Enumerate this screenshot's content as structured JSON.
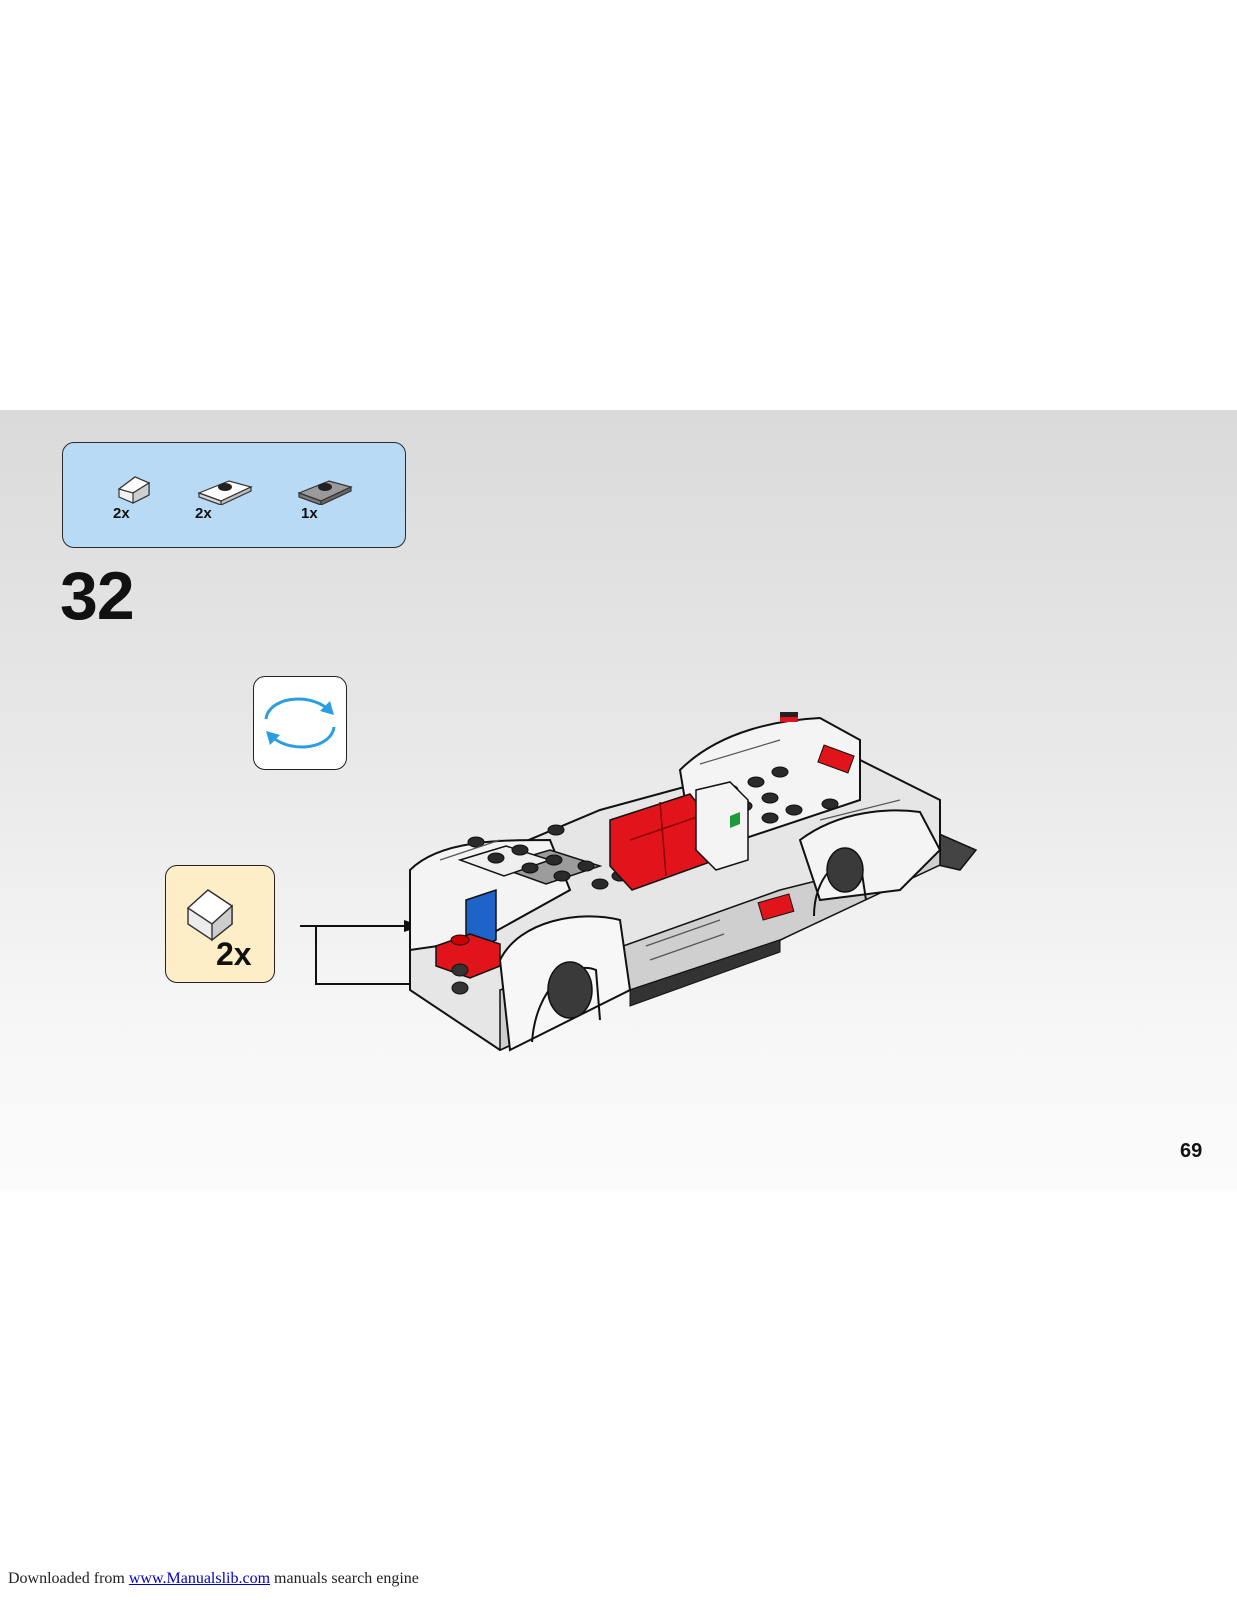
{
  "parts_list": {
    "items": [
      {
        "icon": "white-slope-brick-icon",
        "qty": "2x"
      },
      {
        "icon": "white-jumper-plate-icon",
        "qty": "2x"
      },
      {
        "icon": "gray-jumper-plate-icon",
        "qty": "1x"
      }
    ]
  },
  "step": {
    "number": "32"
  },
  "rotate": {
    "icon": "rotate-model-icon"
  },
  "callout": {
    "icon": "white-slope-brick-icon",
    "qty": "2x"
  },
  "page": {
    "number": "69"
  },
  "footer": {
    "prefix": "Downloaded from ",
    "link_text": "www.Manualslib.com",
    "suffix": " manuals search engine"
  },
  "colors": {
    "parts_box": "#b9daf4",
    "callout_box": "#fdeec8",
    "rotate_arrows": "#2a9ee0",
    "brick_red": "#e0141a",
    "brick_blue": "#1e64c8"
  }
}
